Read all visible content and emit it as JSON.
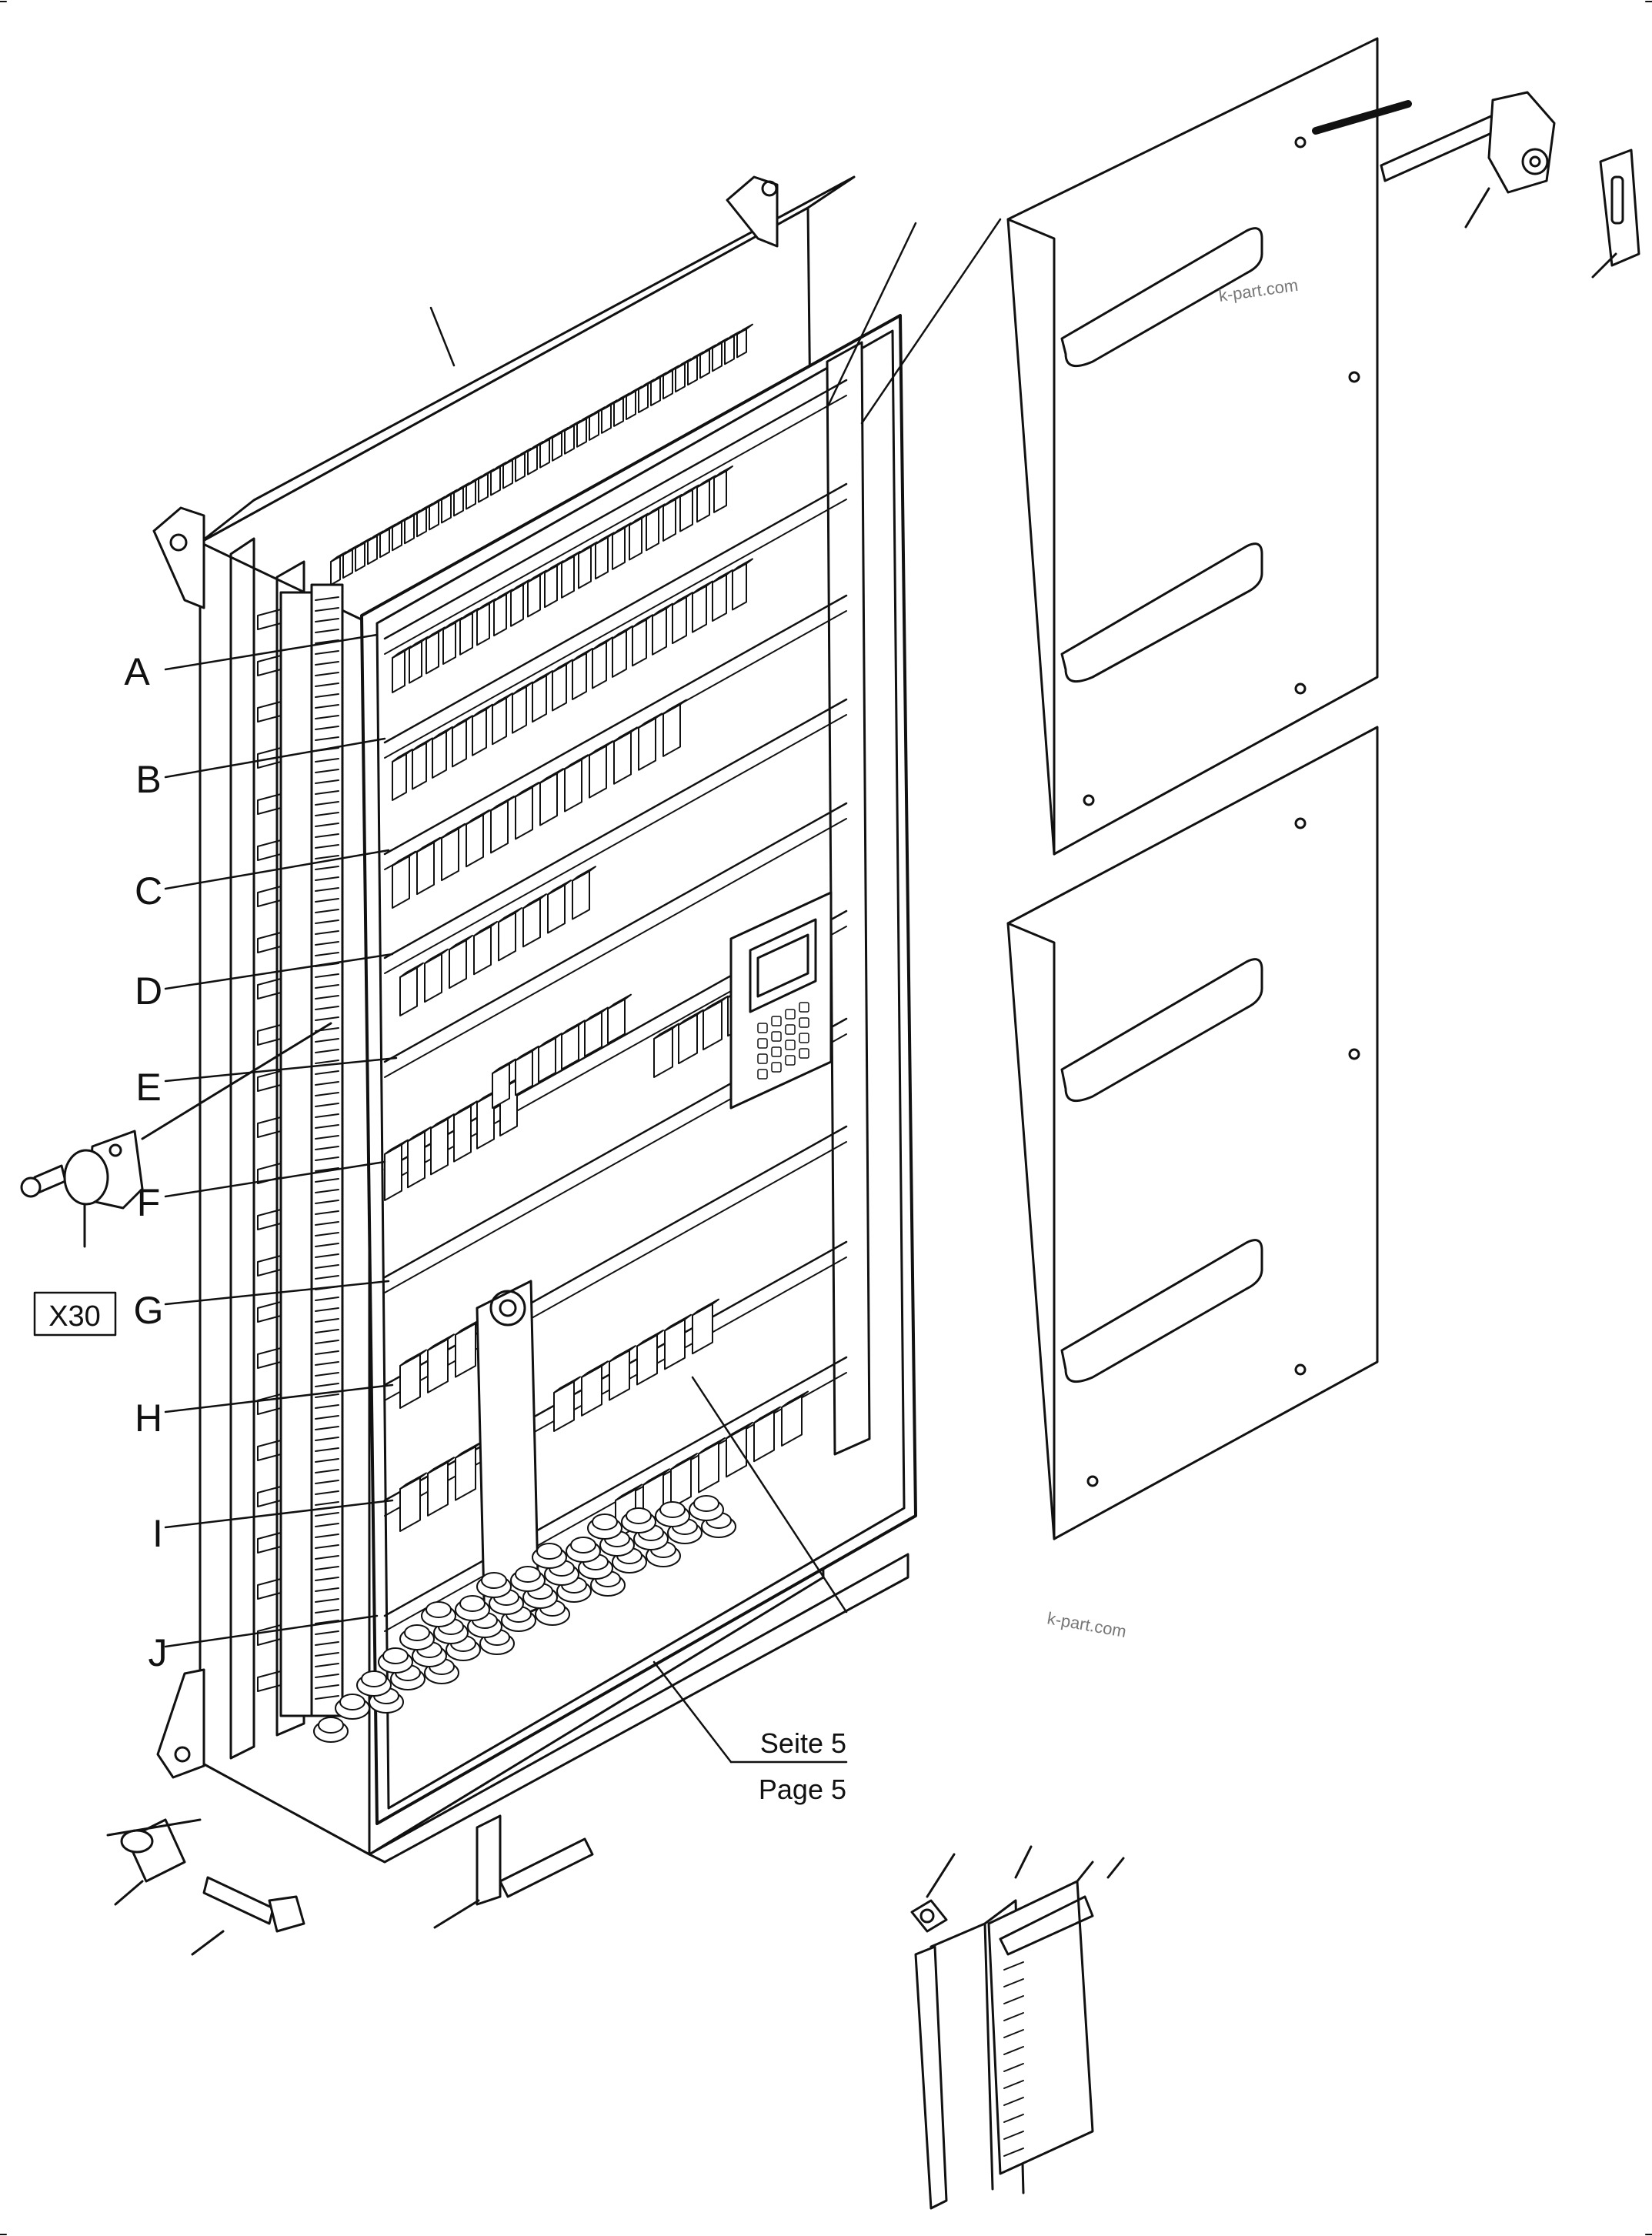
{
  "position_labels": [
    "A",
    "B",
    "C",
    "D",
    "E",
    "F",
    "G",
    "H",
    "I",
    "J"
  ],
  "connector_label": "X30",
  "page_reference": {
    "line1": "Seite 5",
    "line2": "Page 5"
  },
  "watermarks": [
    "k-part.com",
    "k-part.com"
  ]
}
